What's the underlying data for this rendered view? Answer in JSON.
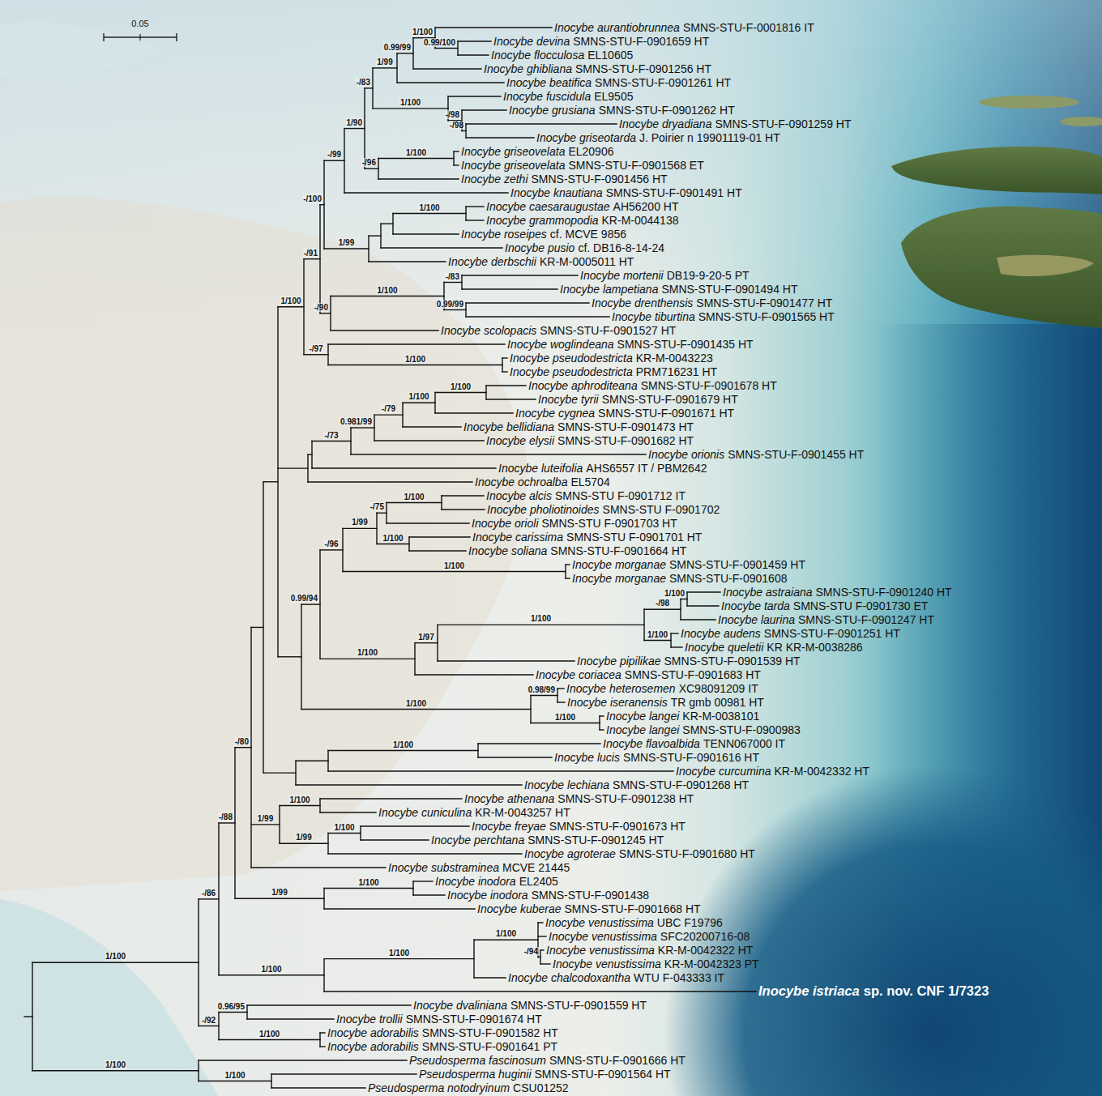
{
  "diagram": {
    "labels": [
      "0.05",
      "Inocybe aurantiobrunnea",
      "SMNS-STU-F-0001816 IT",
      "Inocybe devina",
      "SMNS-STU-F-0901659 HT",
      "Inocybe flocculosa",
      "EL10605",
      "Inocybe ghibliana",
      "SMNS-STU-F-0901256 HT",
      "Inocybe beatifica",
      "SMNS-STU-F-0901261 HT",
      "Inocybe fuscidula",
      "EL9505",
      "Inocybe grusiana",
      "SMNS-STU-F-0901262 HT",
      "Inocybe dryadiana",
      "SMNS-STU-F-0901259 HT",
      "Inocybe griseotarda",
      "J. Poirier n 19901119-01 HT",
      "Inocybe griseovelata",
      "EL20906",
      "Inocybe griseovelata",
      "SMNS-STU-F-0901568 ET",
      "Inocybe zethi",
      "SMNS-STU-F-0901456 HT",
      "Inocybe knautiana",
      "SMNS-STU-F-0901491 HT",
      "Inocybe caesaraugustae",
      "AH56200 HT",
      "Inocybe grammopodia",
      "KR-M-0044138",
      "Inocybe roseipes",
      "cf. MCVE 9856",
      "Inocybe pusio",
      "cf. DB16-8-14-24",
      "Inocybe derbschii",
      "KR-M-0005011 HT",
      "Inocybe mortenii",
      "DB19-9-20-5 PT",
      "Inocybe lampetiana",
      "SMNS-STU-F-0901494 HT",
      "Inocybe drenthensis",
      "SMNS-STU-F-0901477 HT",
      "Inocybe tiburtina",
      "SMNS-STU-F-0901565 HT",
      "Inocybe scolopacis",
      "SMNS-STU-F-0901527 HT",
      "Inocybe woglindeana",
      "SMNS-STU-F-0901435 HT",
      "Inocybe pseudodestricta",
      "KR-M-0043223",
      "Inocybe pseudodestricta",
      "PRM716231 HT",
      "Inocybe aphroditeana",
      "SMNS-STU-F-0901678 HT",
      "Inocybe tyrii",
      "SMNS-STU-F-0901679 HT",
      "Inocybe cygnea",
      "SMNS-STU-F-0901671 HT",
      "Inocybe bellidiana",
      "SMNS-STU-F-0901473 HT",
      "Inocybe elysii",
      "SMNS-STU-F-0901682 HT",
      "Inocybe orionis",
      "SMNS-STU-F-0901455 HT",
      "Inocybe luteifolia",
      "AHS6557 IT / PBM2642",
      "Inocybe ochroalba",
      "EL5704",
      "Inocybe alcis",
      "SMNS-STU F-0901712 IT",
      "Inocybe pholiotinoides",
      "SMNS-STU F-0901702",
      "Inocybe orioli",
      "SMNS-STU F-0901703 HT",
      "Inocybe carissima",
      "SMNS-STU F-0901701 HT",
      "Inocybe soliana",
      "SMNS-STU-F-0901664 HT",
      "Inocybe morganae",
      "SMNS-STU-F-0901459 HT",
      "Inocybe morganae",
      "SMNS-STU-F-0901608",
      "Inocybe astraiana",
      "SMNS-STU-F-0901240 HT",
      "Inocybe tarda",
      "SMNS-STU F-0901730 ET",
      "Inocybe laurina",
      "SMNS-STU-F-0901247 HT",
      "Inocybe audens",
      "SMNS-STU-F-0901251 HT",
      "Inocybe queletii",
      "KR KR-M-0038286",
      "Inocybe pipilikae",
      "SMNS-STU-F-0901539 HT",
      "Inocybe coriacea",
      "SMNS-STU-F-0901683 HT",
      "Inocybe heterosemen",
      "XC98091209 IT",
      "Inocybe iseranensis",
      "TR gmb 00981 HT",
      "Inocybe langei",
      "KR-M-0038101",
      "Inocybe langei",
      "SMNS-STU-F-0900983",
      "Inocybe flavoalbida",
      "TENN067000 IT",
      "Inocybe lucis",
      "SMNS-STU-F-0901616 HT",
      "Inocybe curcumina",
      "KR-M-0042332 HT",
      "Inocybe lechiana",
      "SMNS-STU-F-0901268 HT",
      "Inocybe athenana",
      "SMNS-STU-F-0901238 HT",
      "Inocybe cuniculina",
      "KR-M-0043257 HT",
      "Inocybe freyae",
      "SMNS-STU-F-0901673 HT",
      "Inocybe perchtana",
      "SMNS-STU-F-0901245 HT",
      "Inocybe agroterae",
      "SMNS-STU-F-0901680 HT",
      "Inocybe substraminea",
      "MCVE 21445",
      "Inocybe inodora",
      "EL2405",
      "Inocybe inodora",
      "SMNS-STU-F-0901438",
      "Inocybe kuberae",
      "SMNS-STU-F-0901668 HT",
      "Inocybe venustissima",
      "UBC F19796",
      "Inocybe venustissima",
      "SFC20200716-08",
      "Inocybe venustissima",
      "KR-M-0042322 HT",
      "Inocybe venustissima",
      "KR-M-0042323 PT",
      "Inocybe chalcodoxantha",
      "WTU F-043333 IT",
      "Inocybe istriaca",
      "sp. nov. CNF 1/7323",
      "Inocybe dvaliniana",
      "SMNS-STU-F-0901559 HT",
      "Inocybe trollii",
      "SMNS-STU-F-0901674 HT",
      "Inocybe adorabilis",
      "SMNS-STU-F-0901582 HT",
      "Inocybe adorabilis",
      "SMNS-STU-F-0901641 PT",
      "Pseudosperma fascinosum",
      "SMNS-STU-F-0901666 HT",
      "Pseudosperma huginii",
      "SMNS-STU-F-0901564 HT",
      "Pseudosperma notodryinum",
      "CSU01252",
      "1/100",
      "-/86",
      "-/88",
      "-/80",
      "1/100",
      "-/91",
      "-/100",
      "-/99",
      "1/90",
      "-/83",
      "1/99",
      "0.99/99",
      "1/100",
      "0.99/100",
      "1/100",
      "-/98",
      "-/98",
      "-/96",
      "1/100",
      "1/99",
      "1/100",
      "-/90",
      "1/100",
      "-/83",
      "0.99/99",
      "-/97",
      "1/100",
      "-/73",
      "0.981/99",
      "-/79",
      "1/100",
      "1/100",
      "0.99/94",
      "-/96",
      "1/99",
      "-/75",
      "1/100",
      "1/100",
      "1/100",
      "1/100",
      "1/97",
      "1/100",
      "-/98",
      "1/100",
      "1/100",
      "1/100",
      "0.98/99",
      "1/100",
      "1/100",
      "1/99",
      "1/100",
      "1/99",
      "1/100",
      "1/99",
      "1/100",
      "1/100",
      "1/100",
      "1/100",
      "-/94",
      "-/92",
      "0.96/95",
      "1/100",
      "1/100",
      "1/100"
    ]
  }
}
